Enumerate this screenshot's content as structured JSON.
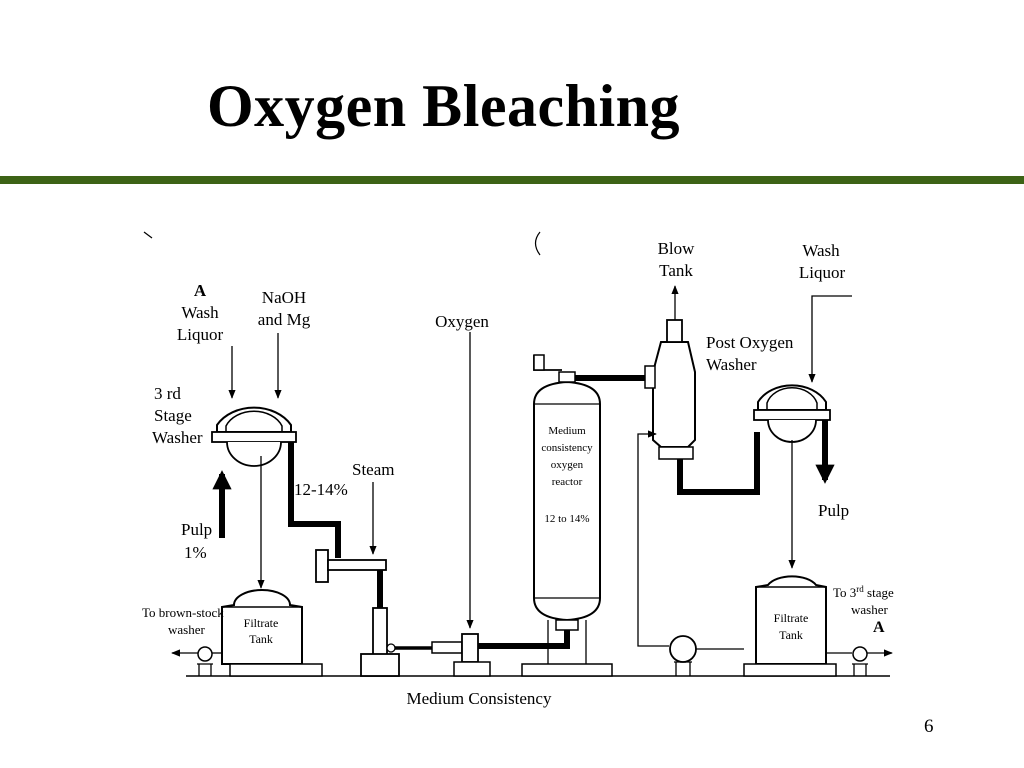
{
  "slide": {
    "title": "Oxygen Bleaching",
    "page_number": "6",
    "rule_color": "#3d6316"
  },
  "diagram": {
    "labels": {
      "marker_a_left": "A",
      "wash_liquor_left_1": "Wash",
      "wash_liquor_left_2": "Liquor",
      "naoh_1": "NaOH",
      "naoh_2": "and Mg",
      "third_stage_1": "3 rd",
      "third_stage_2": "Stage",
      "third_stage_3": "Washer",
      "consistency_12_14": "12-14%",
      "steam": "Steam",
      "pulp_1pct_1": "Pulp",
      "pulp_1pct_2": "1%",
      "to_brown_stock_1": "To brown-stock",
      "to_brown_stock_2": "washer",
      "filtrate_left_1": "Filtrate",
      "filtrate_left_2": "Tank",
      "oxygen": "Oxygen",
      "reactor_1": "Medium",
      "reactor_2": "consistency",
      "reactor_3": "oxygen",
      "reactor_4": "reactor",
      "reactor_5": "12 to 14%",
      "blow_tank_1": "Blow",
      "blow_tank_2": "Tank",
      "wash_liquor_right_1": "Wash",
      "wash_liquor_right_2": "Liquor",
      "post_oxygen_1": "Post Oxygen",
      "post_oxygen_2": "Washer",
      "pulp_out": "Pulp",
      "to_third_stage_1": "To 3",
      "to_third_stage_sup": "rd",
      "to_third_stage_2": " stage",
      "to_third_stage_3": "washer",
      "marker_a_right": "A",
      "filtrate_right_1": "Filtrate",
      "filtrate_right_2": "Tank",
      "medium_consistency": "Medium Consistency"
    }
  }
}
